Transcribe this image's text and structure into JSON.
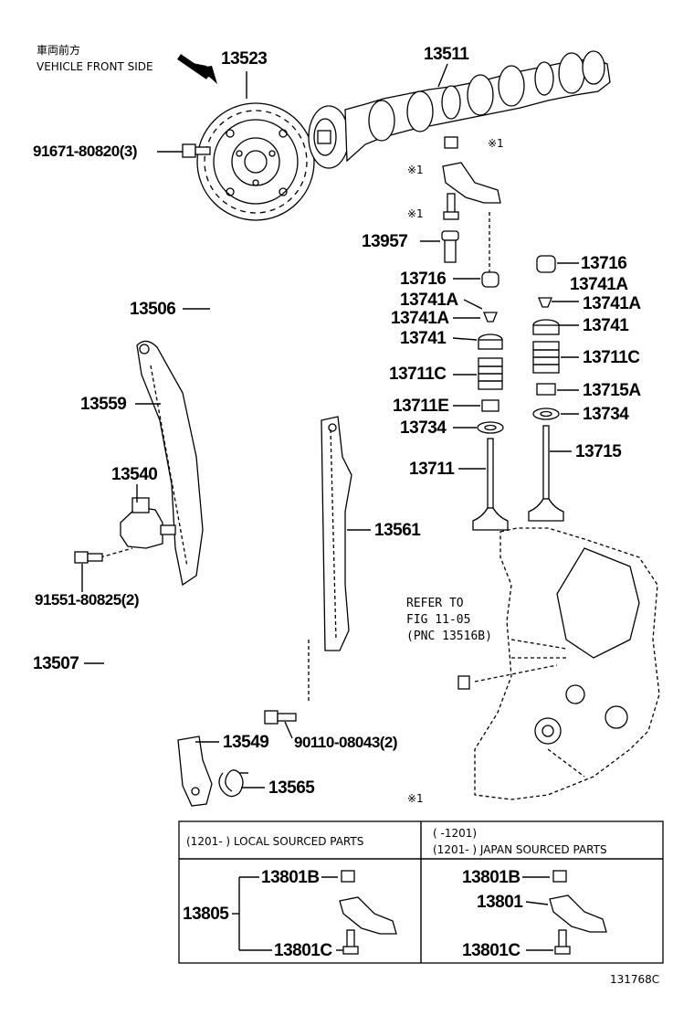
{
  "header": {
    "front_jp": "車両前方",
    "front_en": "VEHICLE FRONT SIDE"
  },
  "parts": {
    "p13523": "13523",
    "p13511": "13511",
    "bolt_91671": "91671-80820(3)",
    "mark_x1_a": "※1",
    "mark_x1_b": "※1",
    "mark_x1_c": "※1",
    "p13957": "13957",
    "p13716_l": "13716",
    "p13741A_l1": "13741A",
    "p13741A_l2": "13741A",
    "p13741_l": "13741",
    "p13711C_l": "13711C",
    "p13711E": "13711E",
    "p13734_l": "13734",
    "p13711": "13711",
    "p13716_r": "13716",
    "p13741A_r1": "13741A",
    "p13741A_r2": "13741A",
    "p13741_r": "13741",
    "p13711C_r": "13711C",
    "p13715A": "13715A",
    "p13734_r": "13734",
    "p13715": "13715",
    "p13506": "13506",
    "p13559": "13559",
    "p13540": "13540",
    "bolt_91551": "91551-80825(2)",
    "p13561": "13561",
    "p13507": "13507",
    "p13549": "13549",
    "bolt_90110": "90110-08043(2)",
    "p13565": "13565"
  },
  "refer": {
    "line1": "REFER TO",
    "line2": "FIG 11-05",
    "line3": "(PNC 13516B)"
  },
  "subtable": {
    "mark": "※1",
    "left_header": "(1201-      ) LOCAL SOURCED PARTS",
    "right_header_1": "(      -1201)",
    "right_header_2": "(1201-      ) JAPAN SOURCED PARTS",
    "left_13801B": "13801B",
    "left_13805": "13805",
    "left_13801C": "13801C",
    "right_13801B": "13801B",
    "right_13801": "13801",
    "right_13801C": "13801C"
  },
  "footer": {
    "illustration_no": "131768C"
  }
}
